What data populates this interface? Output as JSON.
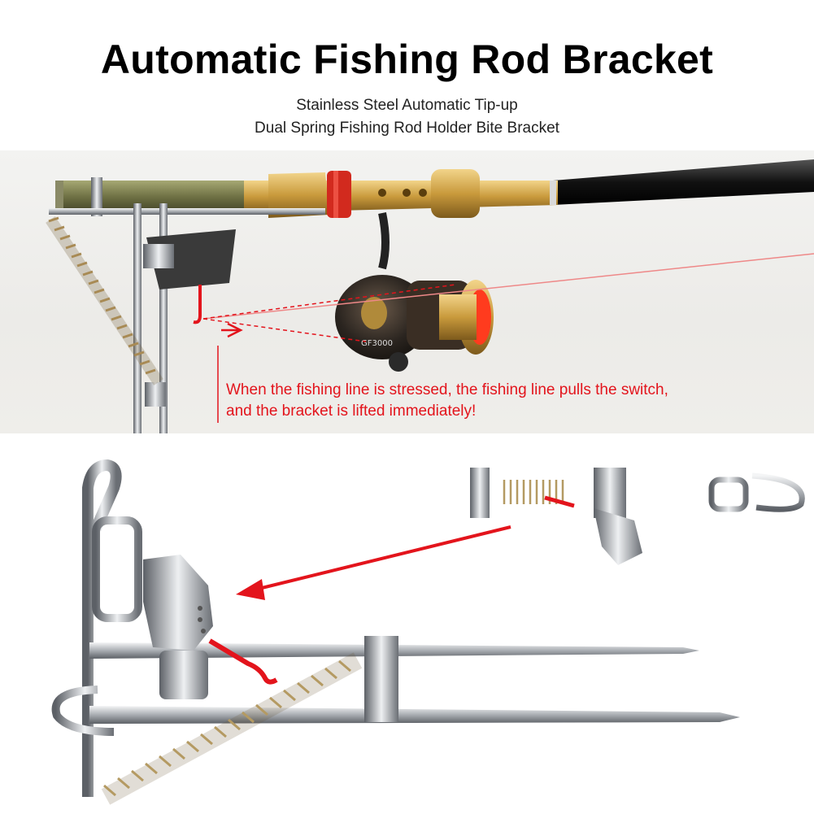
{
  "header": {
    "title": "Automatic Fishing Rod Bracket",
    "subtitle_line1": "Stainless Steel Automatic Tip-up",
    "subtitle_line2": "Dual Spring Fishing Rod Holder Bite Bracket"
  },
  "top_photo": {
    "caption_line1": "When the fishing line is stressed, the fishing line pulls the switch,",
    "caption_line2": "and the bracket is lifted immediately!",
    "reel_label": "GF3000",
    "accent_color": "#e3141c"
  },
  "colors": {
    "rod_gold": "#c99a3c",
    "rod_green": "#7a7c4e",
    "steel": "#b9bcc0",
    "spring": "#b49a62",
    "pointer_red": "#e3141c"
  }
}
